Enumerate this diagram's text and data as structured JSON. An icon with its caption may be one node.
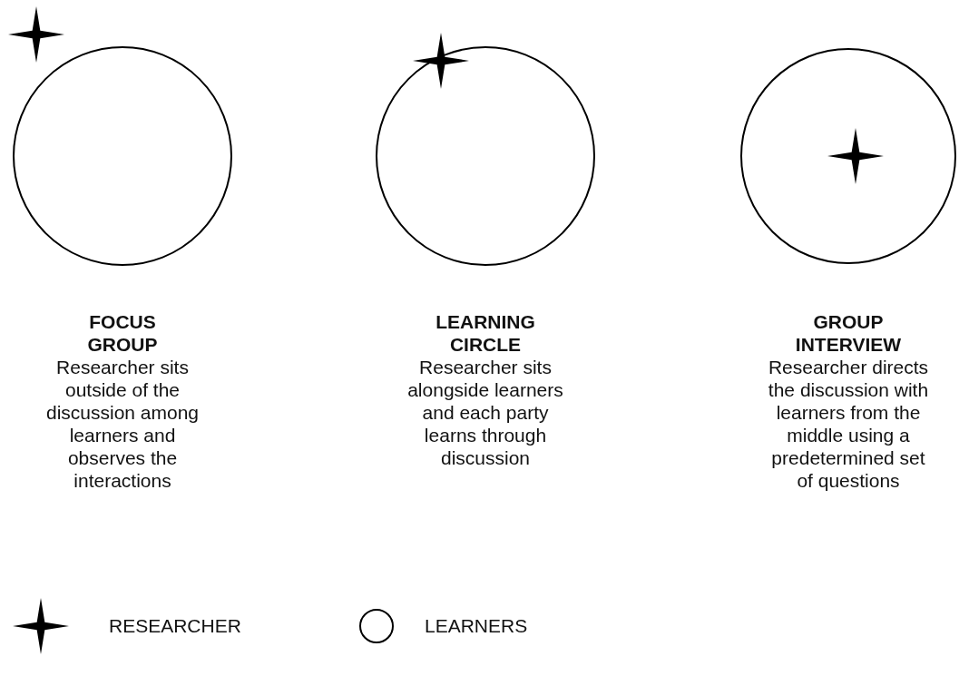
{
  "diagram": {
    "nodes": [
      {
        "text": [
          "FOCUS GROUP",
          "Researcher sits outside of the discussion among learners and observes the interactions"
        ]
      },
      {
        "text": [
          "LEARNING CIRCLE",
          "Researcher sits alongside learners and each party learns through discussion"
        ]
      },
      {
        "text": [
          "GROUP INTERVIEW",
          "Researcher directs the discussion with learners from the middle using a predetermined set of questions"
        ]
      }
    ],
    "legend": [
      {
        "text": "RESEARCHER"
      },
      {
        "text": "LEARNERS"
      }
    ]
  }
}
